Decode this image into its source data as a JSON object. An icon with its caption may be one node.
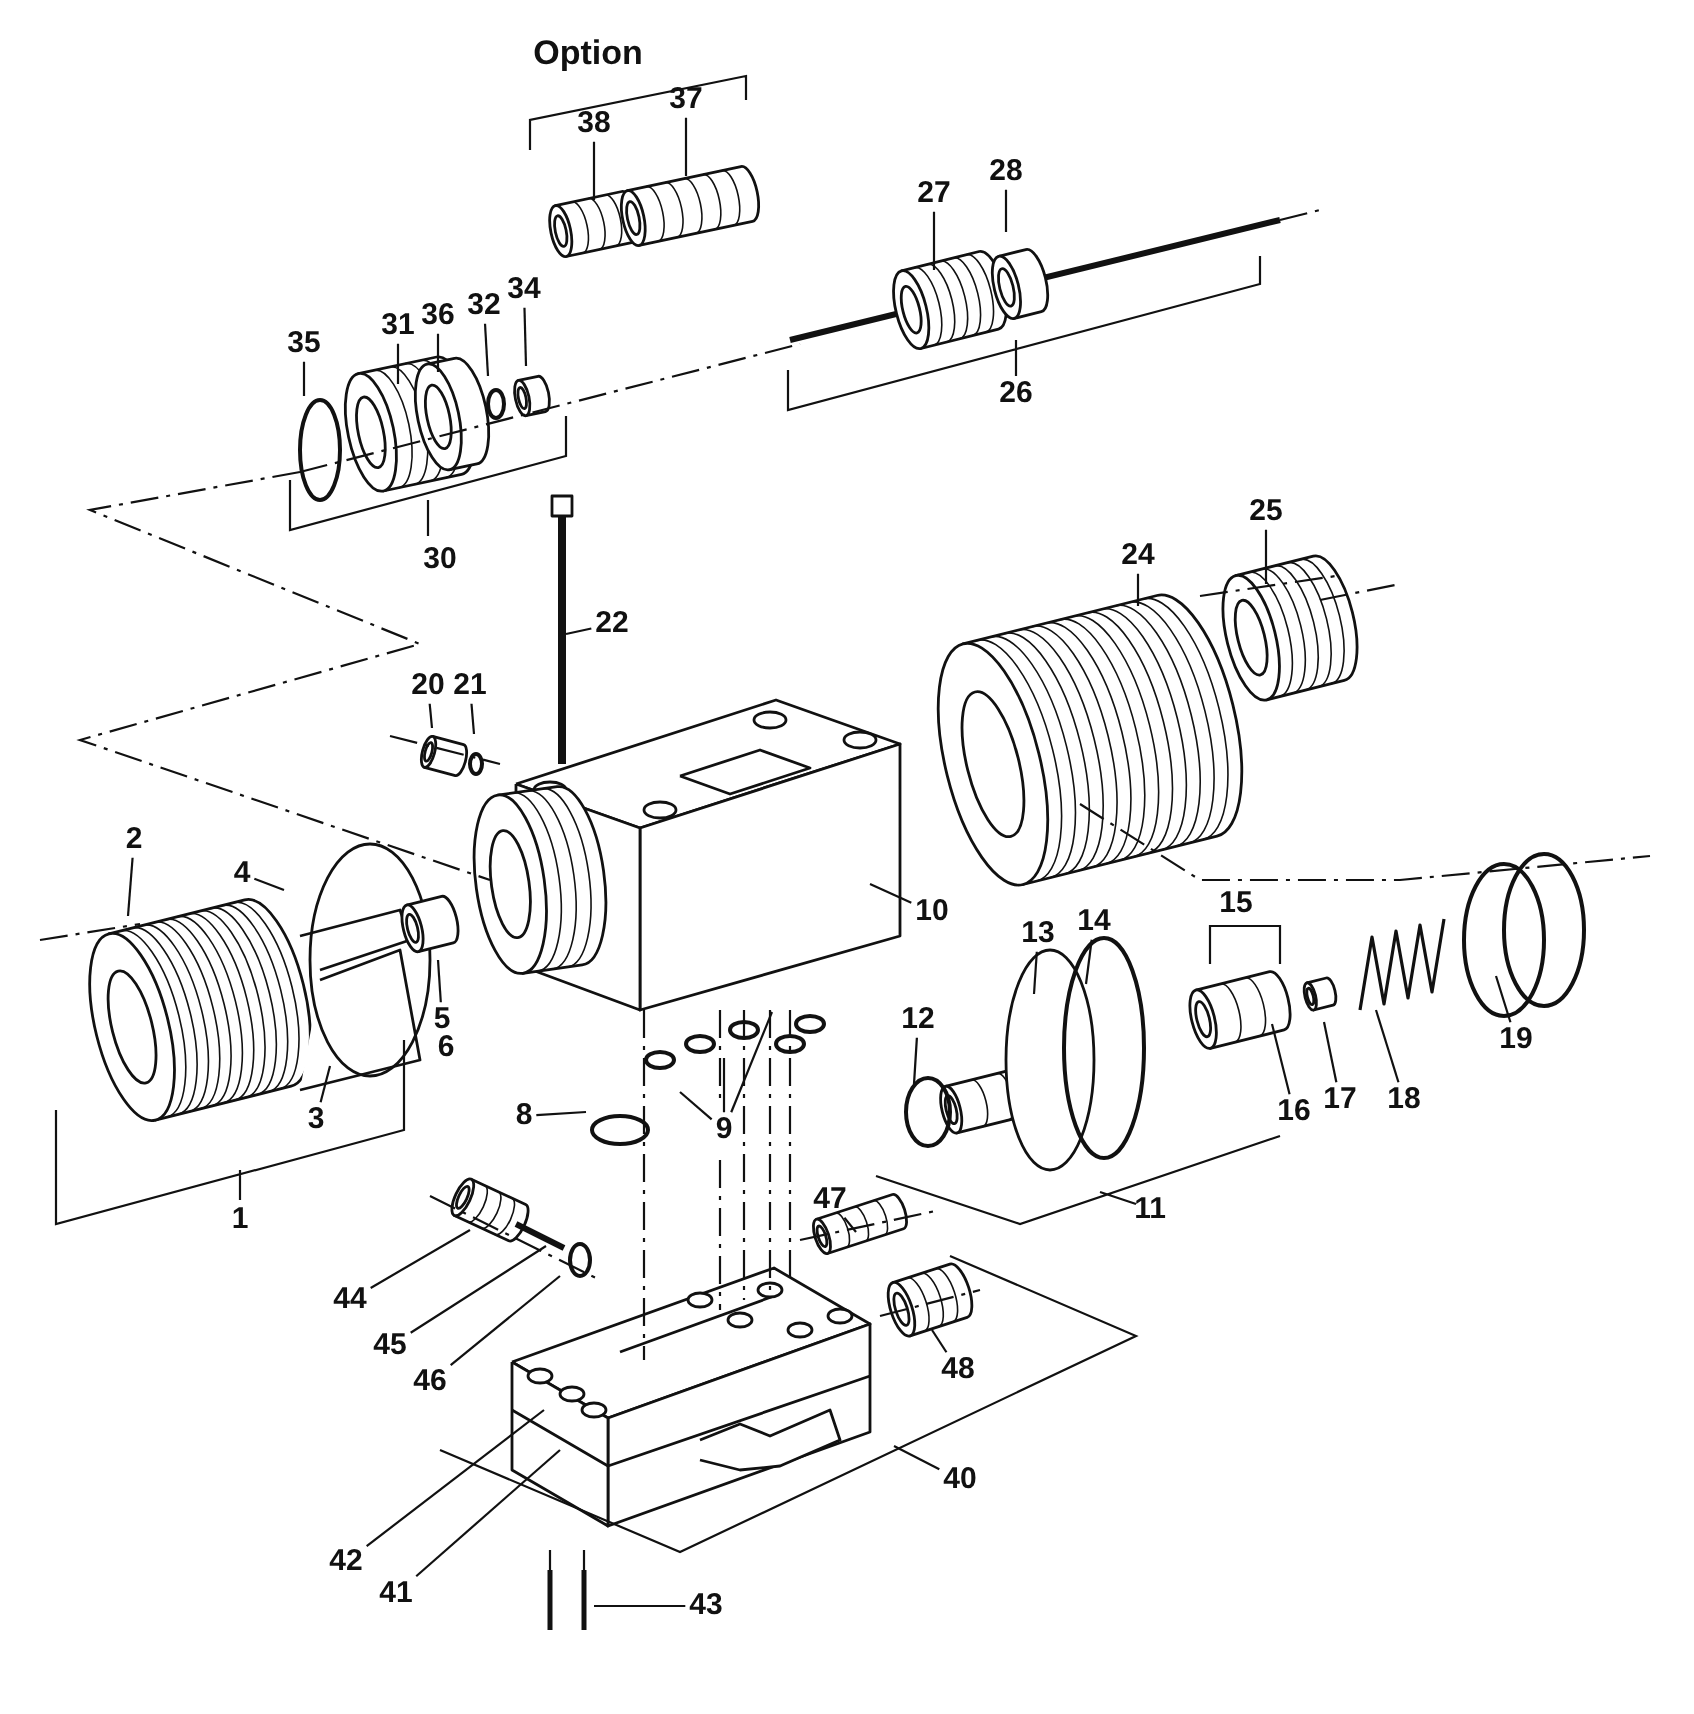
{
  "diagram": {
    "nodes": [
      {
        "text": [
          "38"
        ]
      },
      {
        "text": [
          "37"
        ]
      },
      {
        "text": [
          "28"
        ]
      },
      {
        "text": [
          "27"
        ]
      },
      {
        "text": [
          "35"
        ]
      },
      {
        "text": [
          "31"
        ]
      },
      {
        "text": [
          "36"
        ]
      },
      {
        "text": [
          "32"
        ]
      },
      {
        "text": [
          "34"
        ]
      },
      {
        "text": [
          "25"
        ]
      },
      {
        "text": [
          "24"
        ]
      },
      {
        "text": [
          "22"
        ]
      },
      {
        "text": [
          "20"
        ]
      },
      {
        "text": [
          "21"
        ]
      },
      {
        "text": [
          "2"
        ]
      },
      {
        "text": [
          "4"
        ]
      },
      {
        "text": [
          "10"
        ]
      },
      {
        "text": [
          "13"
        ]
      },
      {
        "text": [
          "14"
        ]
      },
      {
        "text": [
          "5"
        ]
      },
      {
        "text": [
          "19"
        ]
      },
      {
        "text": [
          "12"
        ]
      },
      {
        "text": [
          "3"
        ]
      },
      {
        "text": [
          "16"
        ]
      },
      {
        "text": [
          "17"
        ]
      },
      {
        "text": [
          "18"
        ]
      },
      {
        "text": [
          "8"
        ]
      },
      {
        "text": [
          "9"
        ]
      },
      {
        "text": [
          "47"
        ]
      },
      {
        "text": [
          "44"
        ]
      },
      {
        "text": [
          "45"
        ]
      },
      {
        "text": [
          "48"
        ]
      },
      {
        "text": [
          "46"
        ]
      },
      {
        "text": [
          "40"
        ]
      },
      {
        "text": [
          "42"
        ]
      },
      {
        "text": [
          "41"
        ]
      },
      {
        "text": [
          "43"
        ]
      }
    ],
    "edges": [
      {
        "from": 0,
        "to": null,
        "arrow": "none"
      },
      {
        "from": 1,
        "to": null,
        "arrow": "none"
      },
      {
        "from": 2,
        "to": null,
        "arrow": "none"
      },
      {
        "from": 3,
        "to": null,
        "arrow": "none"
      },
      {
        "from": 4,
        "to": null,
        "arrow": "none"
      },
      {
        "from": 5,
        "to": null,
        "arrow": "none"
      },
      {
        "from": 6,
        "to": null,
        "arrow": "none"
      },
      {
        "from": 7,
        "to": null,
        "arrow": "none"
      },
      {
        "from": 8,
        "to": null,
        "arrow": "none"
      },
      {
        "from": 9,
        "to": null,
        "arrow": "none"
      },
      {
        "from": 10,
        "to": null,
        "arrow": "none"
      },
      {
        "from": 11,
        "to": null,
        "arrow": "none"
      },
      {
        "from": 12,
        "to": null,
        "arrow": "none"
      },
      {
        "from": 13,
        "to": null,
        "arrow": "none"
      },
      {
        "from": 14,
        "to": null,
        "arrow": "none"
      },
      {
        "from": 15,
        "to": null,
        "arrow": "none"
      },
      {
        "from": 16,
        "to": null,
        "arrow": "none"
      },
      {
        "from": 17,
        "to": null,
        "arrow": "none"
      },
      {
        "from": 18,
        "to": null,
        "arrow": "none"
      },
      {
        "from": 19,
        "to": null,
        "arrow": "none"
      },
      {
        "from": 20,
        "to": null,
        "arrow": "none"
      },
      {
        "from": 21,
        "to": null,
        "arrow": "none"
      },
      {
        "from": 22,
        "to": null,
        "arrow": "none"
      },
      {
        "from": 23,
        "to": null,
        "arrow": "none"
      },
      {
        "from": 24,
        "to": null,
        "arrow": "none"
      },
      {
        "from": 25,
        "to": null,
        "arrow": "none"
      },
      {
        "from": 26,
        "to": null,
        "arrow": "none"
      },
      {
        "from": 27,
        "to": null,
        "arrow": "none"
      },
      {
        "from": 27,
        "to": null,
        "arrow": "none"
      },
      {
        "from": 27,
        "to": null,
        "arrow": "none"
      },
      {
        "from": 28,
        "to": null,
        "arrow": "none"
      },
      {
        "from": 29,
        "to": null,
        "arrow": "none"
      },
      {
        "from": 30,
        "to": null,
        "arrow": "none"
      },
      {
        "from": 31,
        "to": null,
        "arrow": "none"
      },
      {
        "from": 32,
        "to": null,
        "arrow": "none"
      },
      {
        "from": 33,
        "to": null,
        "arrow": "none"
      },
      {
        "from": 34,
        "to": null,
        "arrow": "none"
      },
      {
        "from": 35,
        "to": null,
        "arrow": "none"
      },
      {
        "from": 36,
        "to": null,
        "arrow": "none"
      }
    ],
    "labels": [
      "Option",
      "26",
      "30",
      "15",
      "6",
      "1",
      "11"
    ]
  }
}
